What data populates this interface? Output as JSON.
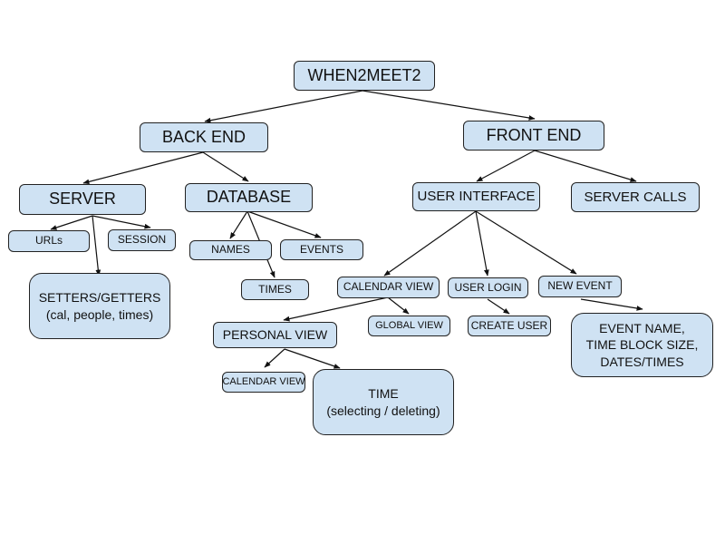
{
  "nodes": {
    "root": "WHEN2MEET2",
    "backend": "BACK END",
    "frontend": "FRONT END",
    "server": "SERVER",
    "database": "DATABASE",
    "user_interface": "USER INTERFACE",
    "server_calls": "SERVER CALLS",
    "urls": "URLs",
    "session": "SESSION",
    "setters_line1": "SETTERS/GETTERS",
    "setters_line2": "(cal, people, times)",
    "names": "NAMES",
    "events": "EVENTS",
    "times": "TIMES",
    "calendar_view": "CALENDAR VIEW",
    "user_login": "USER LOGIN",
    "new_event": "NEW EVENT",
    "personal_view": "PERSONAL VIEW",
    "global_view": "GLOBAL VIEW",
    "create_user": "CREATE USER",
    "new_event_line1": "EVENT NAME,",
    "new_event_line2": "TIME BLOCK SIZE,",
    "new_event_line3": "DATES/TIMES",
    "personal_calendar_view": "CALENDAR VIEW",
    "time_line1": "TIME",
    "time_line2": "(selecting / deleting)"
  },
  "colors": {
    "node_fill": "#cfe2f3",
    "node_border": "#222222",
    "edge": "#111111"
  }
}
